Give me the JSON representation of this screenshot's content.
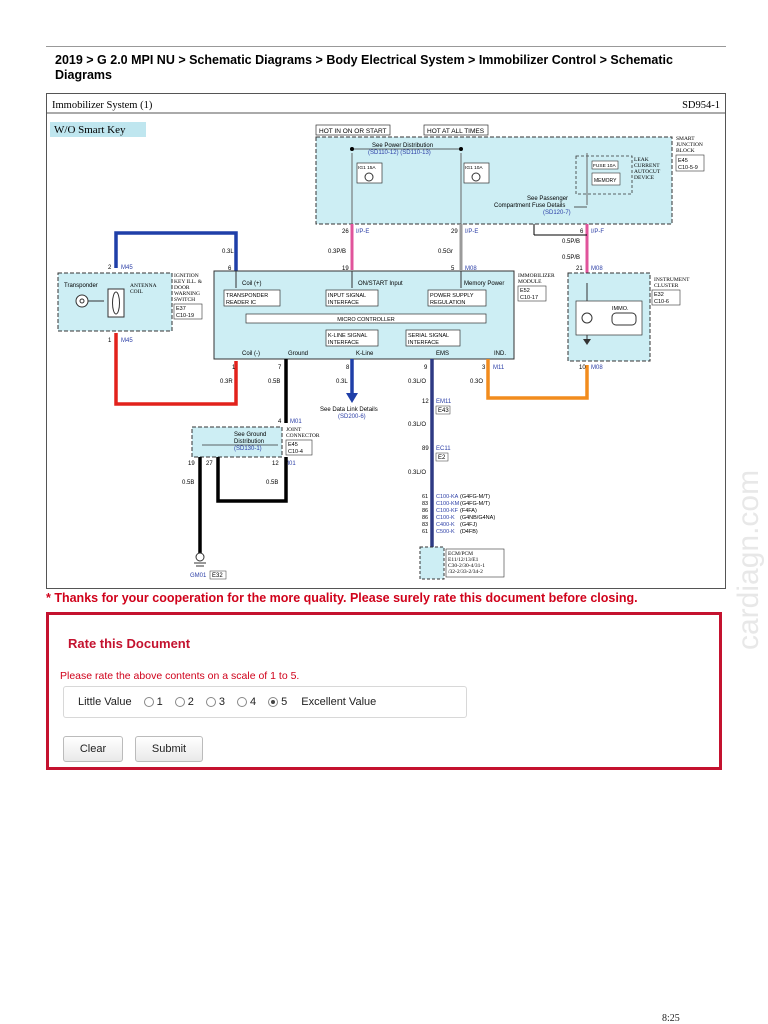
{
  "breadcrumb": "2019 > G 2.0 MPI NU > Schematic Diagrams > Body Electrical System > Immobilizer Control > Schematic Diagrams",
  "diagram": {
    "system_title": "Immobilizer System (1)",
    "code": "SD954-1",
    "variant": "W/O Smart Key",
    "hot_on": "HOT IN ON OR START",
    "hot_all": "HOT AT ALL TIMES",
    "see_power": "See Power Distribution",
    "see_power_ref": "(SD110-12) (SD110-13)",
    "sjb": [
      "SMART",
      "JUNCTION",
      "BLOCK",
      "E45",
      "C10-5-9"
    ],
    "fuse1": "IG1 15A",
    "fuse2": "IG1 10A",
    "fuse3": "MEMORY",
    "fuse3_box": "FUSE 10A",
    "leak": [
      "LEAK",
      "CURRENT",
      "AUTOCUT",
      "DEVICE"
    ],
    "see_pass": "See Passenger",
    "see_pass2": "Compartment Fuse Details",
    "see_pass_ref": "(SD120-7)",
    "pin26": "26",
    "pin29": "29",
    "pin6": "6",
    "con1": "I/P-E",
    "con2": "I/P-E",
    "con3": "I/P-F",
    "w_03pb": "0.3P/B",
    "w_05gr": "0.5Gr",
    "w_05pb": "0.5P/B",
    "w_05pb2": "0.5P/B",
    "w_03l": "0.3L",
    "pin19": "19",
    "pin5": "5",
    "pin21": "21",
    "m08a": "M08",
    "m08b": "M08",
    "pin2": "2",
    "pin1": "1",
    "m45a": "M45",
    "m45b": "M45",
    "ignition": [
      "IGNITION",
      "KEY ILL. &",
      "DOOR",
      "WARNING",
      "SWITCH"
    ],
    "ign_ref": [
      "E37",
      "C10-19"
    ],
    "transponder": "Transponder",
    "antenna": [
      "ANTENNA",
      "COIL"
    ],
    "imm_module": [
      "IMMOBILIZER",
      "MODULE"
    ],
    "imm_ref": [
      "E52",
      "C10-17"
    ],
    "coil_plus": "Coil (+)",
    "on_start": "ON/START Input",
    "mem_power": "Memory Power",
    "transponder_ic": [
      "TRANSPONDER",
      "READER IC"
    ],
    "input_sig": [
      "INPUT SIGNAL",
      "INTERFACE"
    ],
    "power_sup": [
      "POWER SUPPLY",
      "REGULATION"
    ],
    "micro": "MICRO CONTROLLER",
    "kline_if": [
      "K-LINE SIGNAL",
      "INTERFACE"
    ],
    "serial_if": [
      "SERIAL SIGNAL",
      "INTERFACE"
    ],
    "coil_minus": "Coil (-)",
    "ground": "Ground",
    "kline": "K-Line",
    "ems": "EMS",
    "ind": "IND.",
    "pin_b1": "1",
    "pin_b7": "7",
    "pin_b8": "8",
    "pin_b9": "9",
    "pin_b3": "3",
    "pin_b10": "10",
    "w_03r": "0.3R",
    "w_05b": "0.5B",
    "w_03l2": "0.3L",
    "w_03lo": "0.3L/O",
    "w_03o": "0.3O",
    "m11": "M11",
    "m08c": "M08",
    "see_dlc": "See Data Link Details",
    "see_dlc_ref": "(SD200-6)",
    "instrument": [
      "INSTRUMENT",
      "CLUSTER"
    ],
    "inst_ref": [
      "E32",
      "C10-6"
    ],
    "immo": "IMMO.",
    "pin12a": "12",
    "em11": "EM11",
    "e43": "E43",
    "w_03lo2": "0.3L/O",
    "pin89": "89",
    "ec11": "EC11",
    "e2": "E2",
    "w_03lo3": "0.3L/O",
    "pin4": "4",
    "m01a": "M01",
    "pin19b": "19",
    "pin27": "27",
    "pin12b": "12",
    "m01b": "M01",
    "see_gnd": "See Ground",
    "see_gnd2": "Distribution",
    "see_gnd_ref": "(SD130-1)",
    "joint": [
      "JOINT",
      "CONNECTOR"
    ],
    "joint_ref": [
      "E45",
      "C10-4"
    ],
    "w_05b2": "0.5B",
    "w_05b3": "0.5B",
    "gm01": "GM01",
    "e32": "E32",
    "ecm_rows": [
      {
        "pin": "61",
        "conn": "C100-KA",
        "note": "(G4FG-M/T)"
      },
      {
        "pin": "83",
        "conn": "C100-KM",
        "note": "(G4FG-M/T)"
      },
      {
        "pin": "86",
        "conn": "C100-KF",
        "note": "(F4FA)"
      },
      {
        "pin": "86",
        "conn": "C100-K",
        "note": "(G4NB/G4NA)"
      },
      {
        "pin": "83",
        "conn": "C400-K",
        "note": "(G4FJ)"
      },
      {
        "pin": "61",
        "conn": "C500-K",
        "note": "(D4FB)"
      }
    ],
    "ecm": [
      "ECM/PCM",
      "E11/12/13/E1",
      "C30-2/30-4/31-1",
      "/32-2/33-2/34-2"
    ]
  },
  "notice": "* Thanks for your cooperation for the more quality. Please surely rate this document before closing.",
  "rating": {
    "title": "Rate this Document",
    "prompt": "Please rate the above contents on a scale of 1 to 5.",
    "low_label": "Little Value",
    "high_label": "Excellent Value",
    "options": [
      "1",
      "2",
      "3",
      "4",
      "5"
    ],
    "selected": "5",
    "clear": "Clear",
    "submit": "Submit"
  },
  "watermark": "cardiagn.com",
  "footer": "8:25"
}
